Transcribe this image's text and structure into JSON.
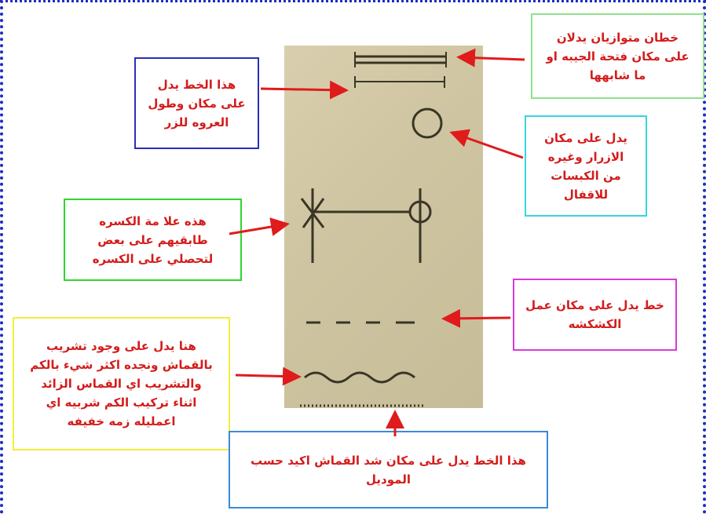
{
  "annotations": {
    "parallel_lines": "خطان متوازيان يدلان\nعلى مكان فتحة الجيبه او\nما شابهها",
    "buttonhole_line": "هذا الخط يدل\nعلى مكان وطول\nالعروه للزر",
    "button_place": "يدل على مكان\nالازرار وغيره\nمن الكبسات\nللاقفال",
    "fold_mark": "هذه علا مة الكسره\nطابقيهم على بعض\nلتحصلي على الكسره",
    "gather_line": "خط يدل على مكان عمل\nالكشكشه",
    "ease_line": "هنا يدل على وجود تشريب\nبالقماش ونجده اكثر شيء بالكم\nوالتشريب اي القماس الزائد\nاثناء تركيب الكم شربيه اي\nاعمليله زمه خفيفه",
    "grain_line": "هذا الخط يدل على مكان شد القماش اكيد حسب\nالموديل"
  },
  "colors": {
    "border_dots": "#1c2fbf",
    "text": "#d41c1c",
    "arrow": "#e01b1b",
    "box_green_light": "#8fe08f",
    "box_blue_dark": "#2b2fb5",
    "box_cyan": "#36d6dc",
    "box_green": "#2ed62e",
    "box_magenta": "#d93ad9",
    "box_yellow": "#f2ee3a",
    "box_blue": "#3a8ad8",
    "symbol_ink": "#3a3626"
  }
}
